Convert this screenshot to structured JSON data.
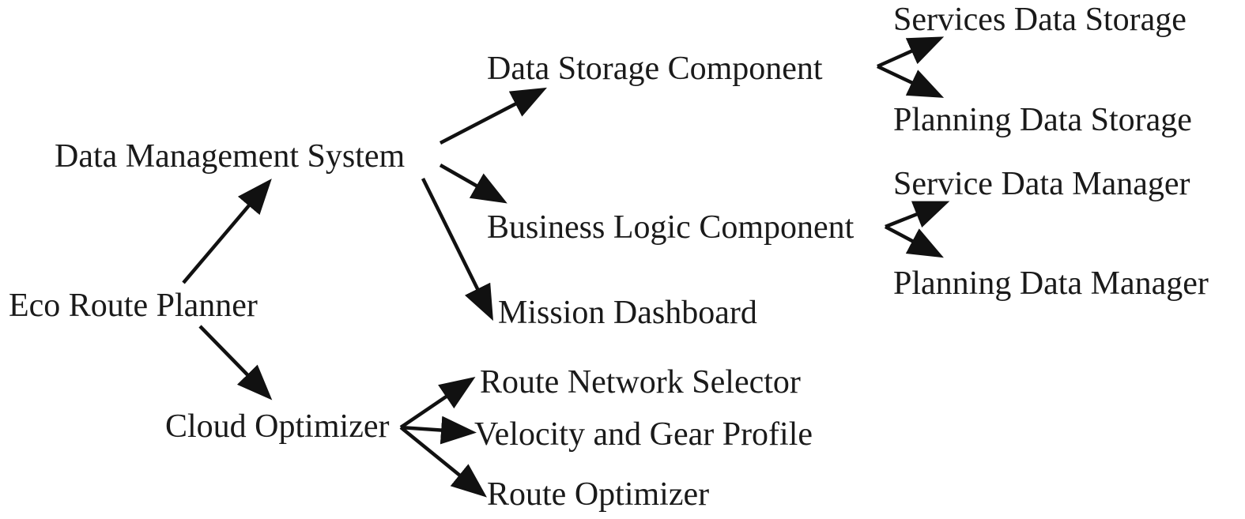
{
  "colors": {
    "text": "#1a1a1a",
    "arrow": "#111111",
    "background": "#ffffff"
  },
  "nodes": {
    "eco_route_planner": "Eco Route Planner",
    "data_management_system": "Data Management System",
    "cloud_optimizer": "Cloud Optimizer",
    "data_storage_component": "Data Storage Component",
    "business_logic_component": "Business Logic Component",
    "mission_dashboard": "Mission Dashboard",
    "services_data_storage": "Services Data Storage",
    "planning_data_storage": "Planning Data Storage",
    "service_data_manager": "Service Data Manager",
    "planning_data_manager": "Planning Data Manager",
    "route_network_selector": "Route Network Selector",
    "velocity_and_gear_profile": "Velocity and Gear Profile",
    "route_optimizer": "Route Optimizer"
  },
  "edges": [
    {
      "from": "eco_route_planner",
      "to": "data_management_system"
    },
    {
      "from": "eco_route_planner",
      "to": "cloud_optimizer"
    },
    {
      "from": "data_management_system",
      "to": "data_storage_component"
    },
    {
      "from": "data_management_system",
      "to": "business_logic_component"
    },
    {
      "from": "data_management_system",
      "to": "mission_dashboard"
    },
    {
      "from": "data_storage_component",
      "to": "services_data_storage"
    },
    {
      "from": "data_storage_component",
      "to": "planning_data_storage"
    },
    {
      "from": "business_logic_component",
      "to": "service_data_manager"
    },
    {
      "from": "business_logic_component",
      "to": "planning_data_manager"
    },
    {
      "from": "cloud_optimizer",
      "to": "route_network_selector"
    },
    {
      "from": "cloud_optimizer",
      "to": "velocity_and_gear_profile"
    },
    {
      "from": "cloud_optimizer",
      "to": "route_optimizer"
    }
  ]
}
